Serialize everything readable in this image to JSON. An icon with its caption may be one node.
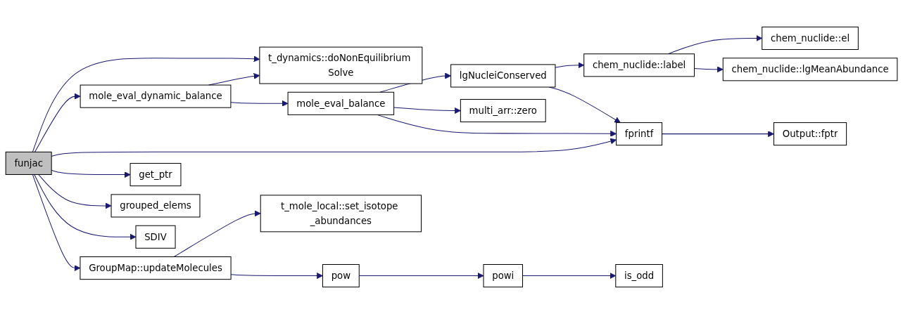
{
  "diagram": {
    "nodes": [
      {
        "text": [
          "funjac"
        ]
      },
      {
        "text": [
          "t_dynamics::doNonEquilibrium Solve"
        ]
      },
      {
        "text": [
          "mole_eval_dynamic_balance"
        ]
      },
      {
        "text": [
          "mole_eval_balance"
        ]
      },
      {
        "text": [
          "lgNucleiConserved"
        ]
      },
      {
        "text": [
          "multi_arr::zero"
        ]
      },
      {
        "text": [
          "chem_nuclide::label"
        ]
      },
      {
        "text": [
          "chem_nuclide::el"
        ]
      },
      {
        "text": [
          "chem_nuclide::lgMeanAbundance"
        ]
      },
      {
        "text": [
          "fprintf"
        ]
      },
      {
        "text": [
          "Output::fptr"
        ]
      },
      {
        "text": [
          "get_ptr"
        ]
      },
      {
        "text": [
          "grouped_elems"
        ]
      },
      {
        "text": [
          "SDIV"
        ]
      },
      {
        "text": [
          "GroupMap::updateMolecules"
        ]
      },
      {
        "text": [
          "t_mole_local::set_isotope _abundances"
        ]
      },
      {
        "text": [
          "pow"
        ]
      },
      {
        "text": [
          "powi"
        ]
      },
      {
        "text": [
          "is_odd"
        ]
      }
    ],
    "edges": [
      {
        "from": 0,
        "to": 1,
        "arrow": "to"
      },
      {
        "from": 0,
        "to": 2,
        "arrow": "to"
      },
      {
        "from": 0,
        "to": 9,
        "arrow": "to"
      },
      {
        "from": 0,
        "to": 11,
        "arrow": "to"
      },
      {
        "from": 0,
        "to": 12,
        "arrow": "to"
      },
      {
        "from": 0,
        "to": 13,
        "arrow": "to"
      },
      {
        "from": 0,
        "to": 14,
        "arrow": "to"
      },
      {
        "from": 2,
        "to": 1,
        "arrow": "to"
      },
      {
        "from": 2,
        "to": 3,
        "arrow": "to"
      },
      {
        "from": 3,
        "to": 4,
        "arrow": "to"
      },
      {
        "from": 3,
        "to": 5,
        "arrow": "to"
      },
      {
        "from": 3,
        "to": 9,
        "arrow": "to"
      },
      {
        "from": 4,
        "to": 6,
        "arrow": "to"
      },
      {
        "from": 4,
        "to": 9,
        "arrow": "to"
      },
      {
        "from": 6,
        "to": 7,
        "arrow": "to"
      },
      {
        "from": 6,
        "to": 8,
        "arrow": "to"
      },
      {
        "from": 9,
        "to": 10,
        "arrow": "to"
      },
      {
        "from": 14,
        "to": 15,
        "arrow": "to"
      },
      {
        "from": 14,
        "to": 16,
        "arrow": "to"
      },
      {
        "from": 16,
        "to": 17,
        "arrow": "to"
      },
      {
        "from": 17,
        "to": 18,
        "arrow": "to"
      }
    ]
  }
}
